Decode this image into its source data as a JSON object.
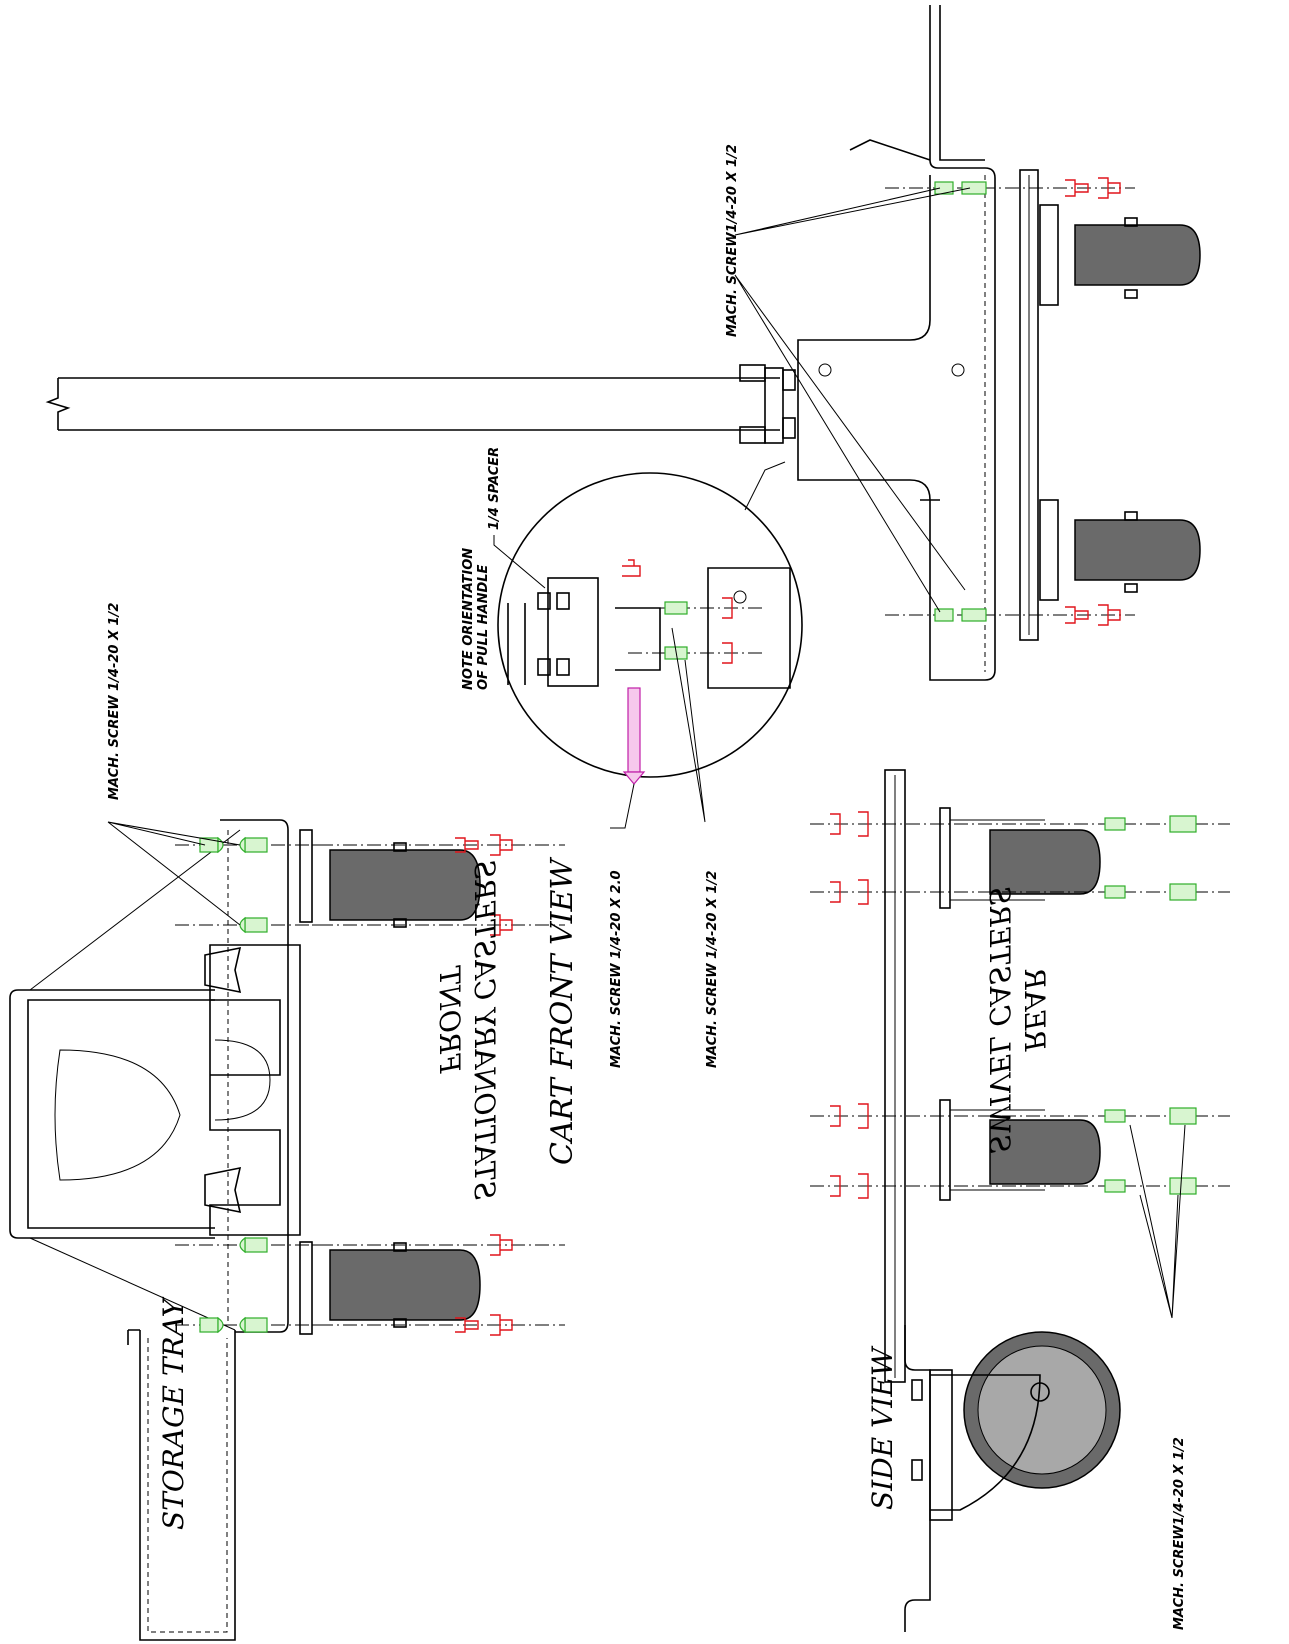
{
  "title": "CART FRONT VIEW",
  "labels": {
    "storage_tray": "STORAGE TRAY",
    "front_casters_line1": "FRONT",
    "front_casters_line2": "STATIONARY CASTERS",
    "rear_casters_line1": "REAR",
    "rear_casters_line2": "SWIVEL CASTERS",
    "side_view": "SIDE VIEW",
    "note_line1": "NOTE ORIENTATION",
    "note_line2": "OF PULL HANDLE",
    "spacer": "1/4 SPACER"
  },
  "callouts": {
    "screw_front": "MACH. SCREW 1/4-20 X 1/2",
    "screw_top_right": "MACH. SCREW1/4-20 X 1/2",
    "screw_detail_long": "MACH. SCREW 1/4-20 X 2.0",
    "screw_detail_short": "MACH. SCREW 1/4-20 X 1/2",
    "screw_bottom_right": "MACH. SCREW1/4-20 X 1/2"
  },
  "colors": {
    "line": "#000000",
    "nut": "#e0141b",
    "screw": "#2fae2a",
    "long_screw": "#c01ea8",
    "wheel": "#6a6a6a"
  }
}
